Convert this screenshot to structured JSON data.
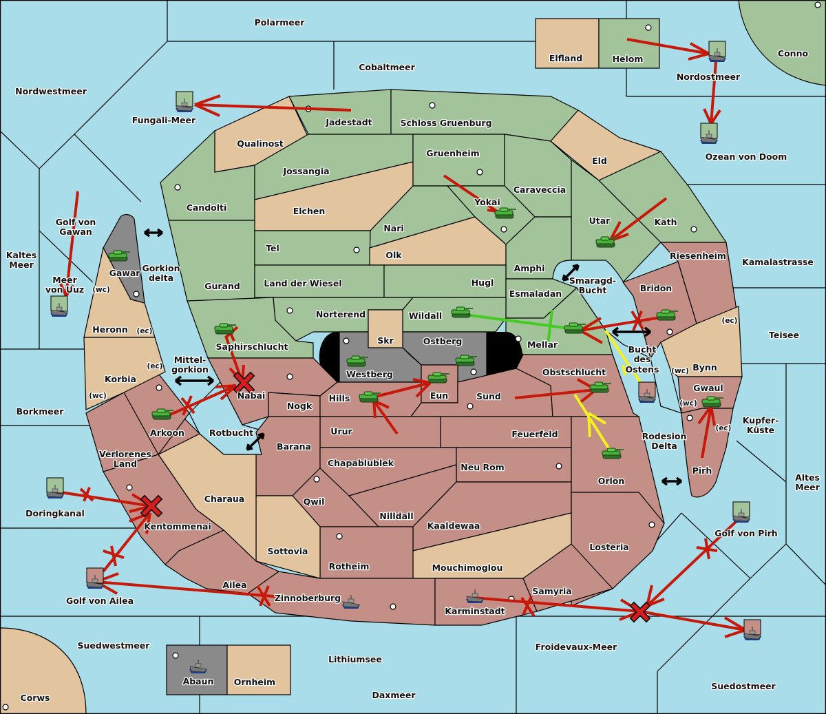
{
  "map_title": "Diplomacy-style map",
  "colors": {
    "sea": "#a9dde9",
    "green_power": "#a3c49b",
    "neutral_tan": "#e2c59f",
    "red_power": "#c38f86",
    "grey_power": "#8a8a8a",
    "order_arrow": "#c8180a",
    "support_arrow": "#44cc22",
    "convoy_arrow": "#f5f020"
  },
  "labels": {
    "polarmeer": "Polarmeer",
    "cobaltmeer": "Cobaltmeer",
    "nordwestmeer": "Nordwestmeer",
    "fungali_meer": "Fungali-Meer",
    "elfland": "Elfland",
    "helom": "Helom",
    "nordostmeer": "Nordostmeer",
    "conno": "Conno",
    "ozean_von_doom": "Ozean von Doom",
    "jadestadt": "Jadestadt",
    "schloss_gruenburg": "Schloss Gruenburg",
    "qualinost": "Qualinost",
    "gruenheim": "Gruenheim",
    "eld": "Eld",
    "jossangia": "Jossangia",
    "caraveccia": "Caraveccia",
    "candolti": "Candolti",
    "elchen": "Elchen",
    "yokai": "Yokai",
    "utar": "Utar",
    "kath": "Kath",
    "nari": "Nari",
    "golf_von_gawan": [
      "Golf von",
      "Gawan"
    ],
    "tel": "Tel",
    "olk": "Olk",
    "amphi": "Amphi",
    "riesenheim": "Riesenheim",
    "kaltes_meer": [
      "Kaltes",
      "Meer"
    ],
    "gawar": "Gawar",
    "gorkion_delta": [
      "Gorkion",
      "delta"
    ],
    "kamalastrasse": "Kamalastrasse",
    "smaragd_bucht": [
      "Smaragd-",
      "Bucht"
    ],
    "gurand": "Gurand",
    "land_der_wiesel": "Land der Wiesel",
    "hugl": "Hugl",
    "meer_von_uuz": [
      "Meer",
      "von Uuz"
    ],
    "esmaladan": "Esmaladan",
    "bridon": "Bridon",
    "norterend": "Norterend",
    "wildall": "Wildall",
    "heronn": "Heronn",
    "teisee": "Teisee",
    "skr": "Skr",
    "ostberg": "Ostberg",
    "mellar": "Mellar",
    "bucht_des_ostens": [
      "Bucht",
      "des",
      "Ostens"
    ],
    "saphirschlucht": "Saphirschlucht",
    "mittelgorkion": [
      "Mittel-",
      "gorkion"
    ],
    "westberg": "Westberg",
    "obstschlucht": "Obstschlucht",
    "bynn": "Bynn",
    "korbia": "Korbia",
    "nabai": "Nabai",
    "eun": "Eun",
    "gwaul": "Gwaul",
    "hills": "Hills",
    "sund": "Sund",
    "nogk": "Nogk",
    "borkmeer": "Borkmeer",
    "kupfer_kueste": [
      "Kupfer-",
      "Küste"
    ],
    "arkoon": "Arkoon",
    "urur": "Urur",
    "feuerfeld": "Feuerfeld",
    "rotbucht": "Rotbucht",
    "rodesion_delta": [
      "Rodesion",
      "Delta"
    ],
    "barana": "Barana",
    "verlorenes_land": [
      "Verlorenes",
      "Land"
    ],
    "chapablublek": "Chapablublek",
    "neu_rom": "Neu Rom",
    "pirh": "Pirh",
    "orlon": "Orlon",
    "altes_meer": [
      "Altes",
      "Meer"
    ],
    "charaua": "Charaua",
    "qwil": "Qwil",
    "doringkanal": "Doringkanal",
    "nilldall": "Nilldall",
    "kentommenai": "Kentommenai",
    "kaaldewaa": "Kaaldewaa",
    "golf_von_pirh": "Golf von Pirh",
    "losteria": "Losteria",
    "sottovia": "Sottovia",
    "rotheim": "Rotheim",
    "mouchimoglou": "Mouchimoglou",
    "ailea": "Ailea",
    "samyria": "Samyria",
    "golf_von_ailea": "Golf von Ailea",
    "zinnoberburg": "Zinnoberburg",
    "karminstadt": "Karminstadt",
    "suedwestmeer": "Suedwestmeer",
    "froidevaux_meer": "Froidevaux-Meer",
    "lithiumsee": "Lithiumsee",
    "abaun": "Abaun",
    "ornheim": "Ornheim",
    "suedostmeer": "Suedostmeer",
    "daxmeer": "Daxmeer",
    "corws": "Corws"
  },
  "coast_tags": {
    "wc": "(wc)",
    "ec": "(ec)"
  },
  "units": [
    {
      "type": "army",
      "power": "green",
      "location": "Yokai"
    },
    {
      "type": "army",
      "power": "green",
      "location": "Utar"
    },
    {
      "type": "army",
      "power": "green",
      "location": "Gawar"
    },
    {
      "type": "army",
      "power": "green",
      "location": "Wildall"
    },
    {
      "type": "army",
      "power": "green",
      "location": "Mellar"
    },
    {
      "type": "army",
      "power": "green",
      "location": "Bridon"
    },
    {
      "type": "army",
      "power": "green",
      "location": "Saphirschlucht"
    },
    {
      "type": "army",
      "power": "green",
      "location": "Westberg"
    },
    {
      "type": "army",
      "power": "green",
      "location": "Ostberg"
    },
    {
      "type": "army",
      "power": "green",
      "location": "Eun"
    },
    {
      "type": "army",
      "power": "green",
      "location": "Hills"
    },
    {
      "type": "army",
      "power": "green",
      "location": "Obstschlucht"
    },
    {
      "type": "army",
      "power": "green",
      "location": "Arkoon"
    },
    {
      "type": "army",
      "power": "green",
      "location": "Gwaul"
    },
    {
      "type": "army",
      "power": "green",
      "location": "Orlon"
    },
    {
      "type": "fleet",
      "power": "green",
      "location": "Fungali-Meer"
    },
    {
      "type": "fleet",
      "power": "green",
      "location": "Nordostmeer"
    },
    {
      "type": "fleet",
      "power": "green",
      "location": "Ozean von Doom"
    },
    {
      "type": "fleet",
      "power": "green",
      "location": "Meer von Uuz"
    },
    {
      "type": "fleet",
      "power": "green",
      "location": "Doringkanal"
    },
    {
      "type": "fleet",
      "power": "green",
      "location": "Golf von Pirh"
    },
    {
      "type": "fleet",
      "power": "red",
      "location": "Golf von Ailea"
    },
    {
      "type": "fleet",
      "power": "red",
      "location": "Bucht des Ostens"
    },
    {
      "type": "fleet",
      "power": "red",
      "location": "Suedostmeer"
    },
    {
      "type": "fleet",
      "power": "none",
      "location": "Zinnoberburg"
    },
    {
      "type": "fleet",
      "power": "none",
      "location": "Karminstadt"
    },
    {
      "type": "fleet",
      "power": "none",
      "location": "Abaun"
    }
  ]
}
